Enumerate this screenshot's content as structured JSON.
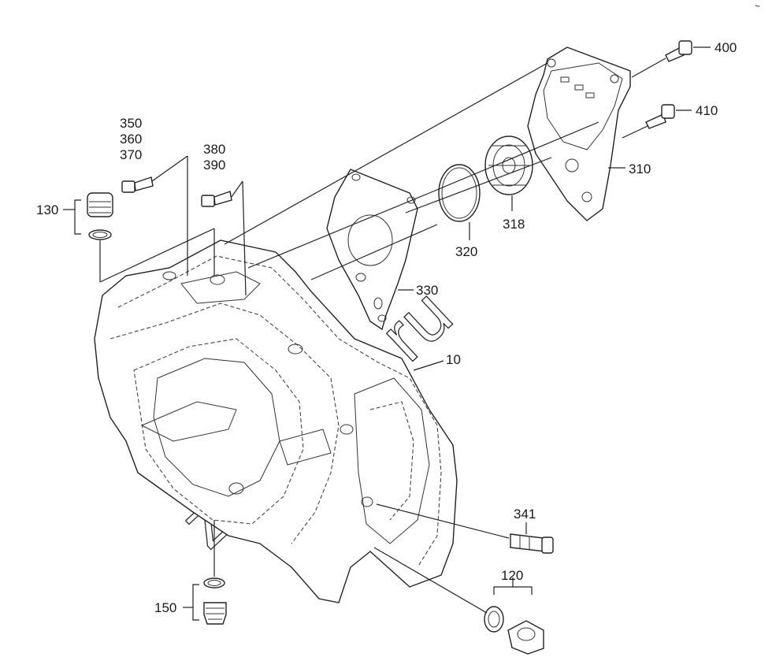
{
  "diagram": {
    "callouts": {
      "c10": "10",
      "c120": "120",
      "c130": "130",
      "c150": "150",
      "c310": "310",
      "c318": "318",
      "c320": "320",
      "c330": "330",
      "c341": "341",
      "c350": "350",
      "c360": "360",
      "c370": "370",
      "c380": "380",
      "c390": "390",
      "c400": "400",
      "c410": "410"
    },
    "watermark": "zapkam.ru",
    "corner_mark": "~"
  }
}
